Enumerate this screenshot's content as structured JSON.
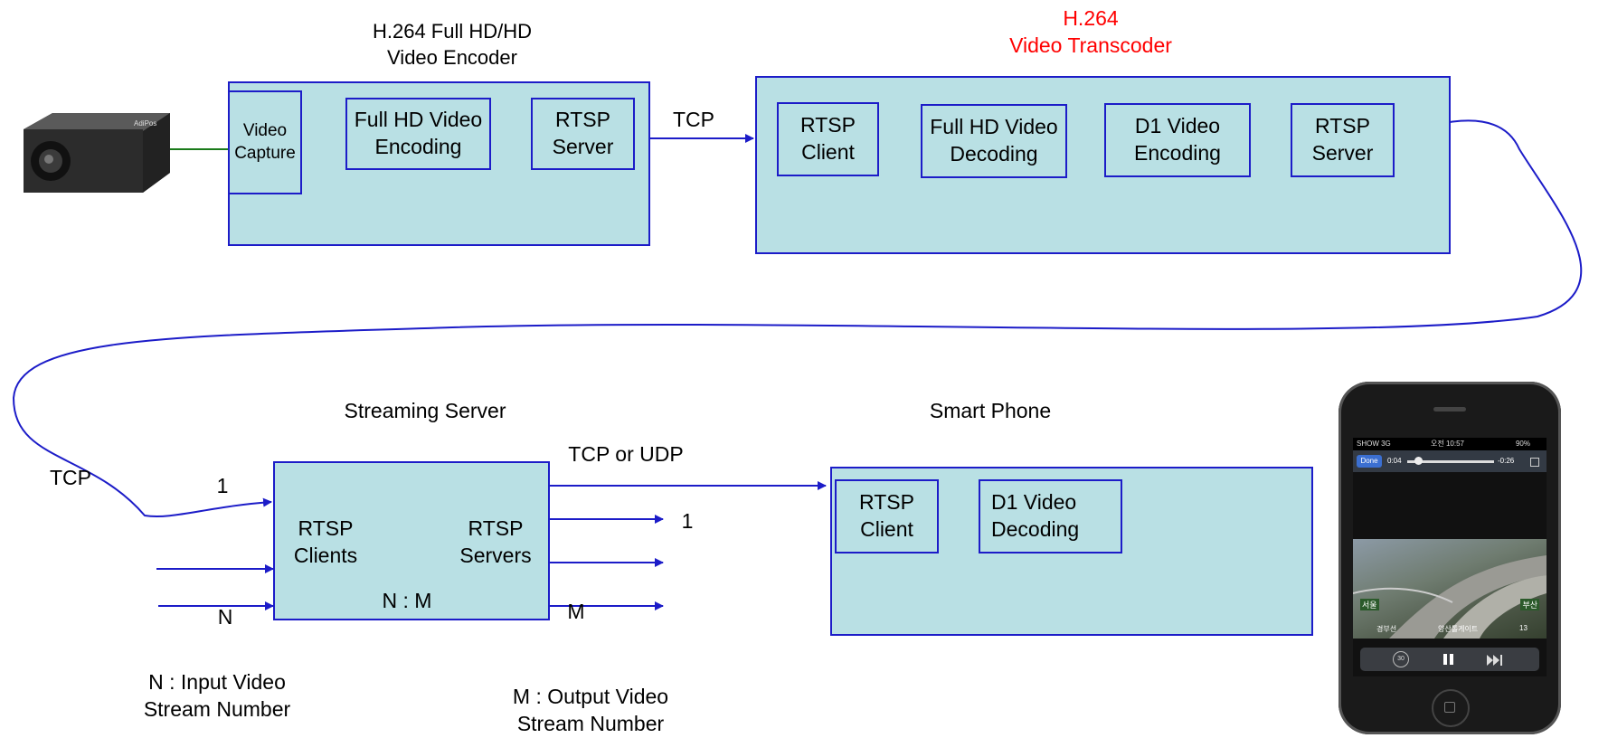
{
  "encoder": {
    "title": "H.264 Full HD/HD\nVideo Encoder",
    "video_capture": "Video\nCapture",
    "full_hd_encoding": "Full HD Video\nEncoding",
    "rtsp_server": "RTSP\nServer"
  },
  "link_tcp_top": "TCP",
  "transcoder": {
    "title": "H.264\nVideo Transcoder",
    "title_color": "#ff0000",
    "rtsp_client": "RTSP\nClient",
    "full_hd_decoding": "Full HD Video\nDecoding",
    "d1_encoding": "D1 Video\nEncoding",
    "rtsp_server": "RTSP\nServer"
  },
  "streaming": {
    "title": "Streaming Server",
    "tcp_label": "TCP",
    "input_1": "1",
    "input_n": "N",
    "rtsp_clients": "RTSP\nClients",
    "rtsp_servers": "RTSP\nServers",
    "ratio": "N : M",
    "output_proto": "TCP or UDP",
    "output_1": "1",
    "output_m": "M",
    "note_n": "N : Input Video\nStream Number",
    "note_m": "M : Output Video\nStream Number"
  },
  "phone": {
    "title": "Smart Phone",
    "rtsp_client": "RTSP\nClient",
    "d1_decoding": "D1 Video\nDecoding",
    "status_carrier": "SHOW  3G",
    "status_time": "오전 10:57",
    "status_battery": "90%",
    "done_label": "Done",
    "time_elapsed": "0:04",
    "time_remaining": "-0:26",
    "sign_left": "서울",
    "sign_right": "부산",
    "sign_bottom_left": "경부선",
    "sign_bottom_mid": "양산톨게이트",
    "sign_bottom_right": "13",
    "skip_back": "30"
  },
  "colors": {
    "box_fill": "#b9e0e4",
    "border": "#1c1cc8",
    "connector": "#1a7a1a",
    "arrow": "#1c1cc8"
  },
  "icons": [
    "camera-icon",
    "smartphone-icon",
    "play-pause-icon",
    "skip-forward-icon",
    "skip-back-icon"
  ]
}
